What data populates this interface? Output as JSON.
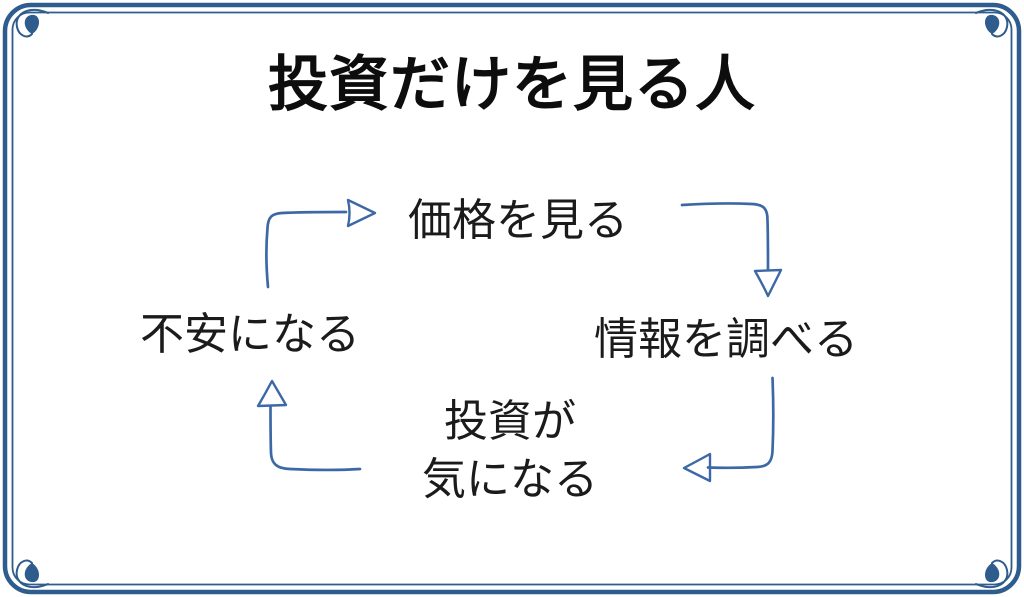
{
  "title": "投資だけを見る人",
  "cycle": {
    "top": "価格を見る",
    "right": "情報を調べる",
    "bottom": {
      "line1": "投資が",
      "line2": "気になる"
    },
    "left": "不安になる"
  },
  "colors": {
    "frame": "#2e5c8c",
    "arrow": "#3c69a6",
    "text": "#1b1b1b"
  }
}
